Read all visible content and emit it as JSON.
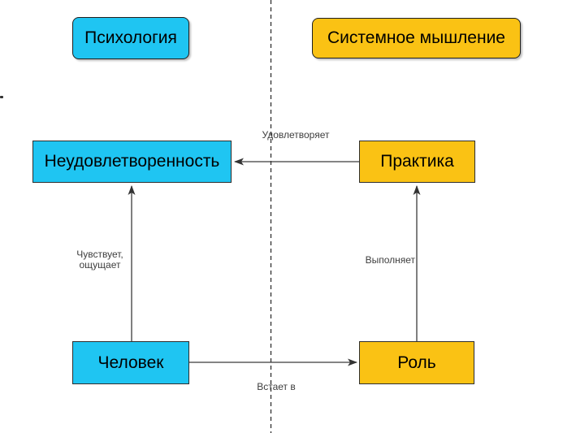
{
  "diagram": {
    "headers": [
      {
        "id": "psychology",
        "label": "Психология",
        "fill": "#1FC5F2"
      },
      {
        "id": "systems-thinking",
        "label": "Системное мышление",
        "fill": "#FAC214"
      }
    ],
    "nodes": [
      {
        "id": "dissatisfaction",
        "label": "Неудовлетворенность",
        "fill": "#1FC5F2",
        "side": "Психология"
      },
      {
        "id": "practice",
        "label": "Практика",
        "fill": "#FAC214",
        "side": "Системное мышление"
      },
      {
        "id": "person",
        "label": "Человек",
        "fill": "#1FC5F2",
        "side": "Психология"
      },
      {
        "id": "role",
        "label": "Роль",
        "fill": "#FAC214",
        "side": "Системное мышление"
      }
    ],
    "edges": [
      {
        "label": "Удовлетворяет",
        "from": "Практика",
        "to": "Неудовлетворенность"
      },
      {
        "label": "Чувствует,\nощущает",
        "from": "Человек",
        "to": "Неудовлетворенность"
      },
      {
        "label": "Выполняет",
        "from": "Роль",
        "to": "Практика"
      },
      {
        "label": "Встает в",
        "from": "Человек",
        "to": "Роль"
      }
    ],
    "divider": {
      "style": "vertical-dashed"
    },
    "colors": {
      "cyan": "#1FC5F2",
      "yellow": "#FAC214",
      "line": "#333333",
      "label_text": "#3D3D3D",
      "node_text": "#000000",
      "background": "#FFFFFF"
    }
  }
}
